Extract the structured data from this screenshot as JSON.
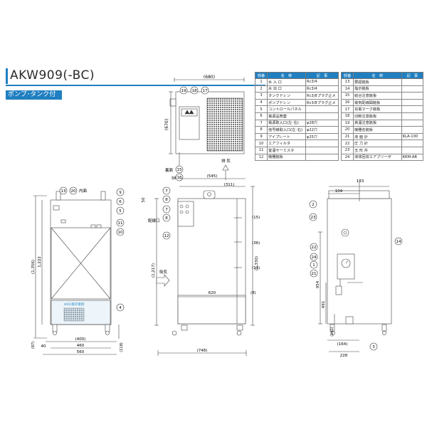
{
  "header": {
    "model": "AKW909(-BC)",
    "variant": "ポンプ･タンク付"
  },
  "parts_table": {
    "headers": [
      "部番",
      "名　称",
      "記　事"
    ],
    "left": [
      {
        "no": "1",
        "name": "水 入 口",
        "note": "Rc3/4"
      },
      {
        "no": "2",
        "name": "水 出 口",
        "note": "Rc3/4"
      },
      {
        "no": "3",
        "name": "タンクドレン",
        "note": "Rc3/8プラグ止メ"
      },
      {
        "no": "4",
        "name": "ポンプドレン",
        "note": "Rc3/8プラグ止メ"
      },
      {
        "no": "5",
        "name": "コントロールパネル",
        "note": ""
      },
      {
        "no": "6",
        "name": "電源品筒蓋",
        "note": ""
      },
      {
        "no": "7",
        "name": "電源取入口(左･右)",
        "note": "φ28穴"
      },
      {
        "no": "8",
        "name": "信号線取入口(左･右)",
        "note": "φ22穴"
      },
      {
        "no": "9",
        "name": "アイプレート",
        "note": "φ25穴"
      },
      {
        "no": "10",
        "name": "エアフィルタ",
        "note": ""
      },
      {
        "no": "11",
        "name": "室温サーミスタ",
        "note": ""
      },
      {
        "no": "12",
        "name": "機種銘板",
        "note": ""
      }
    ],
    "right": [
      {
        "no": "13",
        "name": "要認銘板",
        "note": ""
      },
      {
        "no": "14",
        "name": "指示銘板",
        "note": ""
      },
      {
        "no": "15",
        "name": "結合注意銘板",
        "note": ""
      },
      {
        "no": "16",
        "name": "電気配線図銘板",
        "note": ""
      },
      {
        "no": "17",
        "name": "充電マーク銘板",
        "note": ""
      },
      {
        "no": "18",
        "name": "切断注意銘板",
        "note": ""
      },
      {
        "no": "19",
        "name": "高温注意銘板",
        "note": ""
      },
      {
        "no": "20",
        "name": "機種名銘板",
        "note": ""
      },
      {
        "no": "21",
        "name": "液 面 計",
        "note": "KLA-100"
      },
      {
        "no": "22",
        "name": "圧 力 計",
        "note": ""
      },
      {
        "no": "23",
        "name": "玉 形 弁",
        "note": ""
      },
      {
        "no": "24",
        "name": "液体回収エアブリーザ",
        "note": "KRM-AB"
      }
    ]
  },
  "top_view": {
    "width_dim": "(680)",
    "depth_dim": "(670)",
    "callouts": [
      "19",
      "18",
      "17",
      "15",
      "16"
    ],
    "back_label": "裏面"
  },
  "front_view": {
    "callouts": [
      "13",
      "20",
      "9",
      "6",
      "5",
      "11",
      "10",
      "4"
    ],
    "inner_label": "内面",
    "panel_label": "※OC端子接続",
    "height_dims": [
      "(1,356)",
      "1,222"
    ],
    "width_dims": [
      "(400)",
      "460",
      "560"
    ],
    "left_dim": "40",
    "bottom_dims": [
      "(87)",
      "(118)"
    ]
  },
  "side_view": {
    "top_dims": [
      "(545)",
      "(311)"
    ],
    "offset_dims": [
      "50",
      "38"
    ],
    "callouts": [
      "7",
      "8",
      "7",
      "8",
      "12"
    ],
    "intake_label": "吸気",
    "exhaust_label": "排 気",
    "height_dims": [
      "(1,217)",
      "(1,330)"
    ],
    "inner_dims": [
      "(15)",
      "(36)",
      "(13)",
      "(8)"
    ],
    "width_dim": "620",
    "overall_dim": "(748)",
    "wiring_label": "配線口"
  },
  "rear_view": {
    "top_dims": [
      "183",
      "104"
    ],
    "callouts": [
      "2",
      "23",
      "14",
      "22",
      "24",
      "1",
      "21",
      "3"
    ],
    "height_dims": [
      "954",
      "491",
      "(161)"
    ],
    "bottom_dims": [
      "(164)",
      "228"
    ]
  }
}
